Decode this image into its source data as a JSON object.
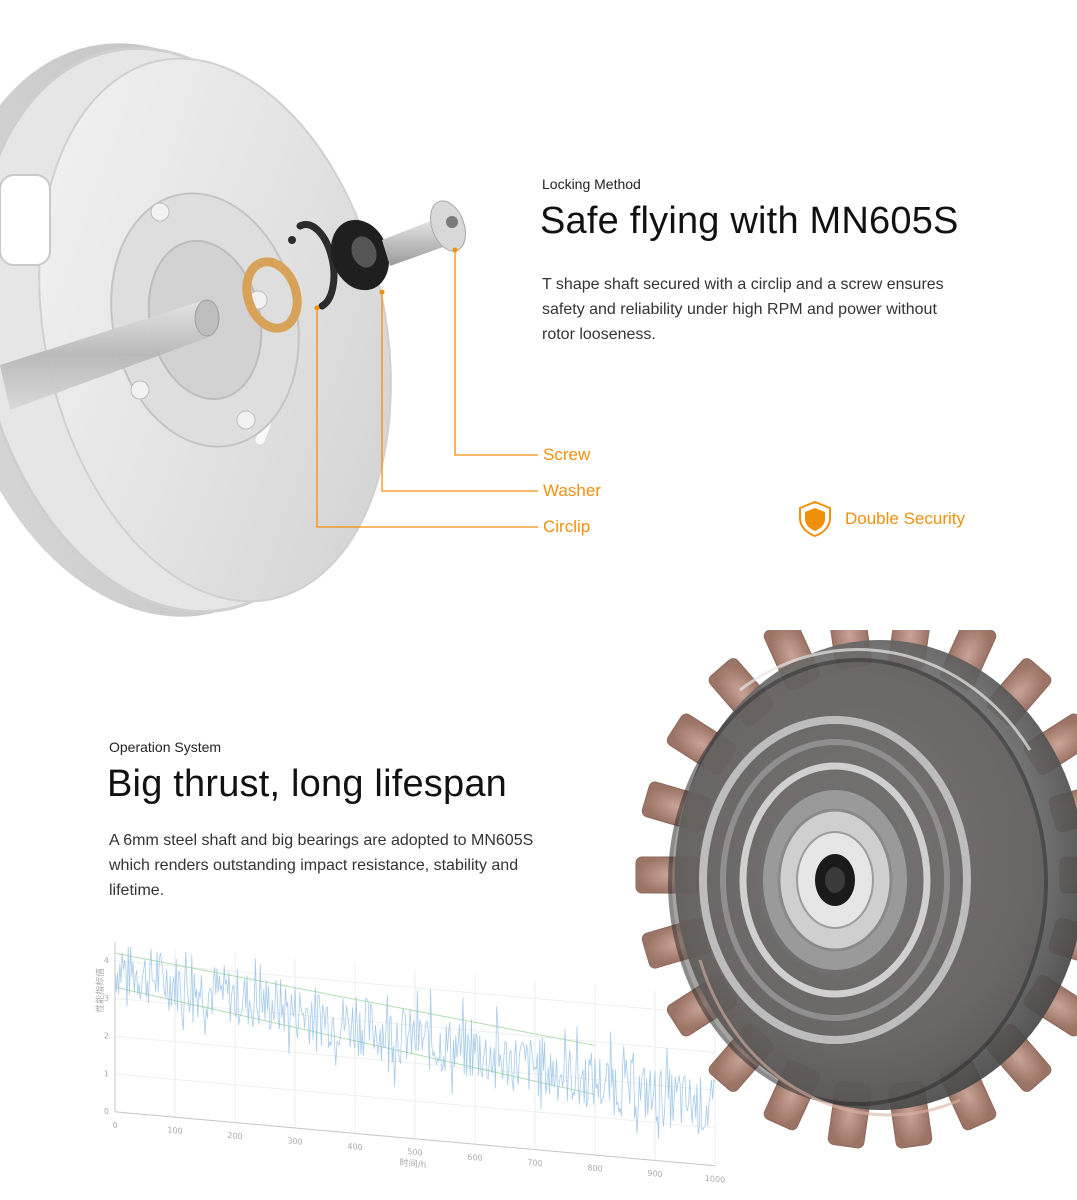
{
  "locking": {
    "eyebrow": "Locking Method",
    "title": "Safe flying with MN605S",
    "description_lines": [
      "T shape shaft secured with a circlip and a screw ensures",
      "safety and reliability under high RPM and power without",
      "rotor looseness."
    ],
    "callouts": [
      "Screw",
      "Washer",
      "Circlip"
    ],
    "badge": {
      "label": "Double Security",
      "icon": "shield-icon"
    }
  },
  "operation": {
    "eyebrow": "Operation System",
    "title": "Big thrust, long lifespan",
    "description_lines": [
      "A 6mm steel shaft and big bearings are adopted to MN605S",
      "which renders outstanding impact resistance, stability and",
      "lifetime."
    ]
  },
  "chart_data": {
    "type": "line",
    "ylabel": "性能指标值",
    "xlabel": "时间/h",
    "x_ticks": [
      "0",
      "100",
      "200",
      "300",
      "400",
      "500",
      "600",
      "700",
      "800",
      "900",
      "1000"
    ],
    "y_ticks": [
      "0",
      "1",
      "2",
      "3",
      "4"
    ],
    "xlim": [
      0,
      1000
    ],
    "ylim": [
      0,
      4.5
    ],
    "grid": true
  },
  "colors": {
    "accent": "#f0900a",
    "chart_line": "#7db3e0",
    "chart_band": "#9fd99f"
  }
}
